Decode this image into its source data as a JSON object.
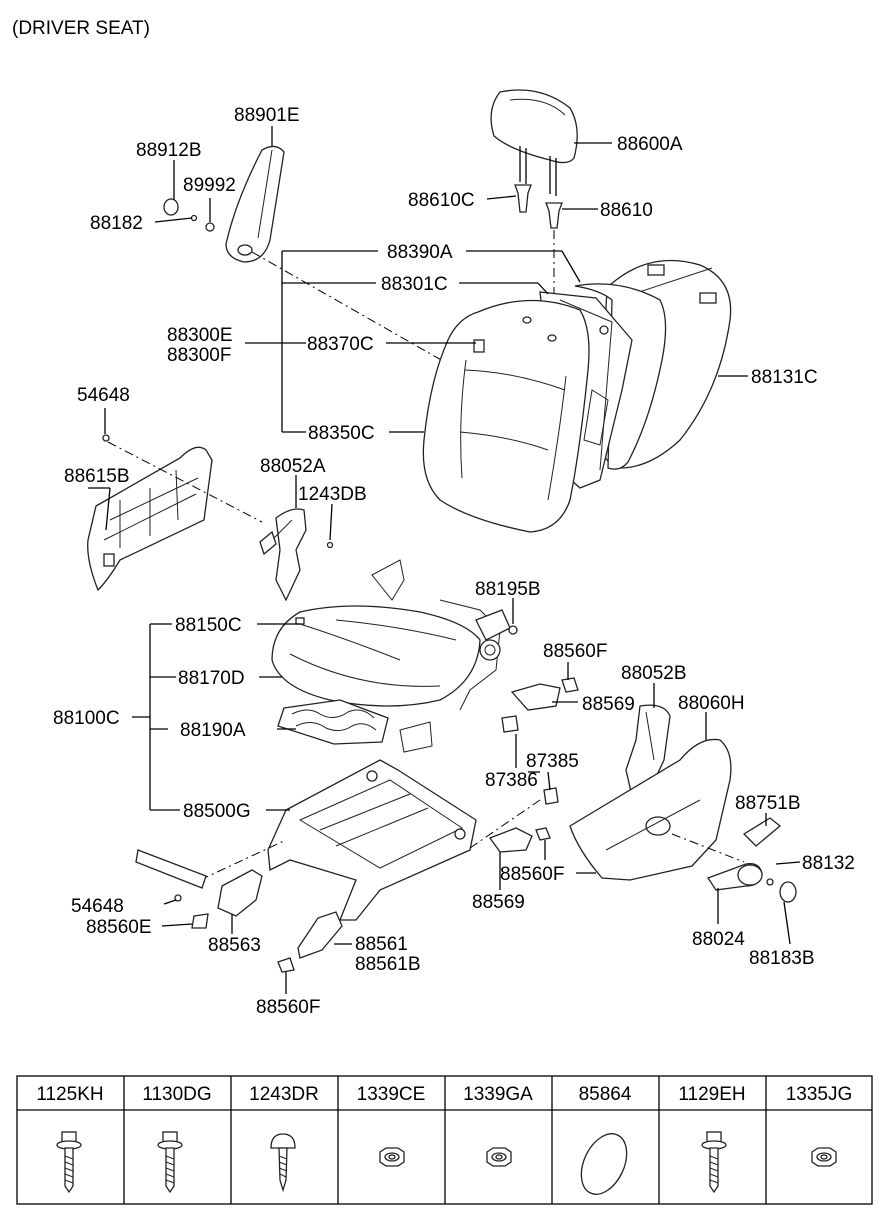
{
  "title": "(DRIVER SEAT)",
  "callouts": {
    "c88901E": "88901E",
    "c88912B": "88912B",
    "c89992": "89992",
    "c88182": "88182",
    "c88600A": "88600A",
    "c88610C": "88610C",
    "c88610": "88610",
    "c88390A": "88390A",
    "c88301C": "88301C",
    "c88300E": "88300E",
    "c88300F": "88300F",
    "c88370C": "88370C",
    "c88131C": "88131C",
    "c54648_top": "54648",
    "c88350C": "88350C",
    "c88615B": "88615B",
    "c88052A": "88052A",
    "c1243DB": "1243DB",
    "c88195B": "88195B",
    "c88150C": "88150C",
    "c88560F_right": "88560F",
    "c88170D": "88170D",
    "c88052B": "88052B",
    "c88569_top": "88569",
    "c88100C": "88100C",
    "c88060H": "88060H",
    "c88190A": "88190A",
    "c87385": "87385",
    "c87386": "87386",
    "c88751B": "88751B",
    "c88500G": "88500G",
    "c88560F_mid": "88560F",
    "c88132": "88132",
    "c54648_bottom": "54648",
    "c88569_bottom": "88569",
    "c88560E": "88560E",
    "c88563": "88563",
    "c88024": "88024",
    "c88561": "88561",
    "c88561B": "88561B",
    "c88183B": "88183B",
    "c88560F_bottom": "88560F"
  },
  "fastener_table": {
    "headers": [
      "1125KH",
      "1130DG",
      "1243DR",
      "1339CE",
      "1339GA",
      "85864",
      "1129EH",
      "1335JG"
    ],
    "icons": [
      "hex-bolt-icon",
      "hex-bolt-icon",
      "tapping-screw-icon",
      "hex-nut-icon",
      "hex-nut-icon",
      "oval-plug-icon",
      "hex-bolt-icon",
      "hex-nut-icon"
    ]
  }
}
